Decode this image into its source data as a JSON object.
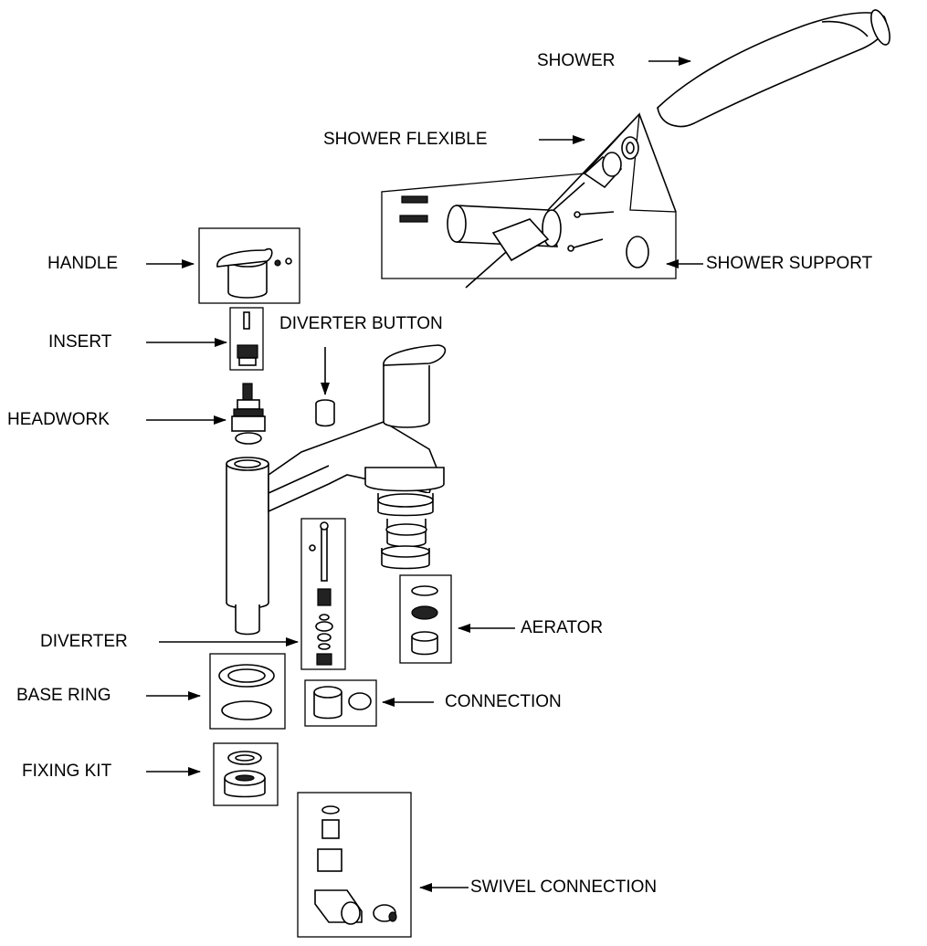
{
  "labels": {
    "shower": "SHOWER",
    "shower_flexible": "SHOWER FLEXIBLE",
    "shower_support": "SHOWER SUPPORT",
    "handle": "HANDLE",
    "insert": "INSERT",
    "diverter_button": "DIVERTER BUTTON",
    "headwork": "HEADWORK",
    "aerator": "AERATOR",
    "diverter": "DIVERTER",
    "base_ring": "BASE RING",
    "connection": "CONNECTION",
    "fixing_kit": "FIXING KIT",
    "swivel_connection": "SWIVEL CONNECTION"
  }
}
